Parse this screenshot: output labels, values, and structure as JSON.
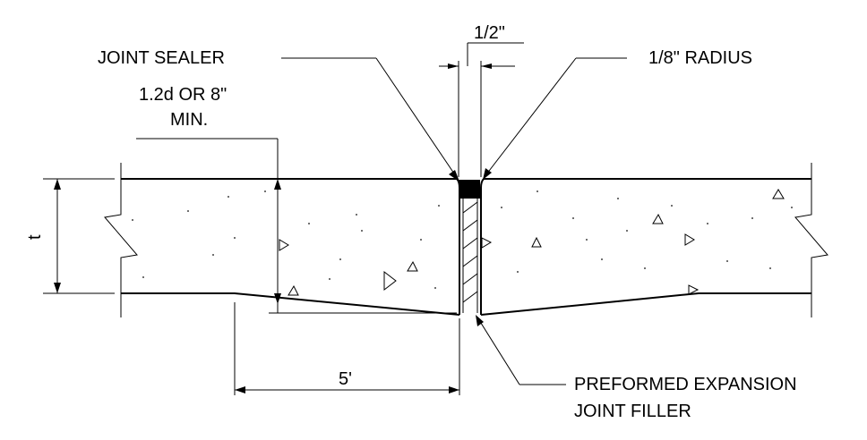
{
  "labels": {
    "joint_sealer": "JOINT SEALER",
    "radius": "1/8\" RADIUS",
    "sealer_width": "1/2\"",
    "thickening_1": "1.2d OR 8\"",
    "thickening_2": "MIN.",
    "thickness": "t",
    "taper_length": "5'",
    "filler_1": "PREFORMED EXPANSION",
    "filler_2": "JOINT FILLER"
  }
}
